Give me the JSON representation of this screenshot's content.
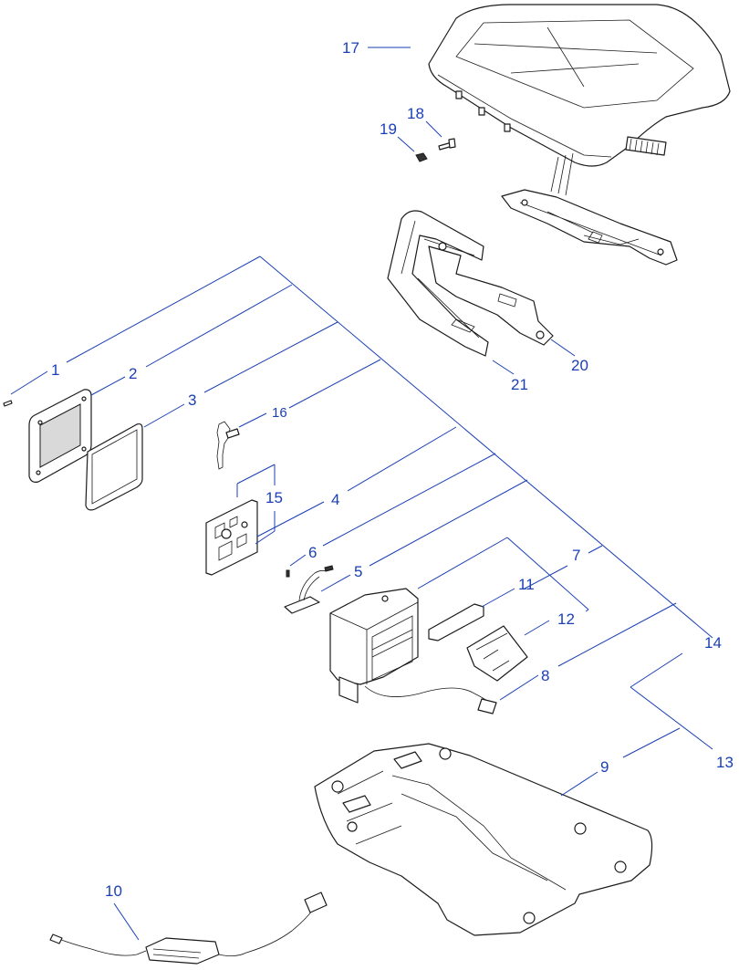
{
  "diagram": {
    "callouts": [
      {
        "id": "1",
        "text": "1"
      },
      {
        "id": "2",
        "text": "2"
      },
      {
        "id": "3",
        "text": "3"
      },
      {
        "id": "4",
        "text": "4"
      },
      {
        "id": "5",
        "text": "5"
      },
      {
        "id": "6",
        "text": "6"
      },
      {
        "id": "7",
        "text": "7"
      },
      {
        "id": "8",
        "text": "8"
      },
      {
        "id": "9",
        "text": "9"
      },
      {
        "id": "10",
        "text": "10"
      },
      {
        "id": "11",
        "text": "11"
      },
      {
        "id": "12",
        "text": "12"
      },
      {
        "id": "13",
        "text": "13"
      },
      {
        "id": "14",
        "text": "14"
      },
      {
        "id": "15",
        "text": "15"
      },
      {
        "id": "16",
        "text": "16"
      },
      {
        "id": "17",
        "text": "17"
      },
      {
        "id": "18",
        "text": "18"
      },
      {
        "id": "19",
        "text": "19"
      },
      {
        "id": "20",
        "text": "20"
      },
      {
        "id": "21",
        "text": "21"
      }
    ],
    "colors": {
      "callout": "#1a3fb5",
      "linework": "#1b1b1b",
      "background": "#ffffff"
    }
  }
}
